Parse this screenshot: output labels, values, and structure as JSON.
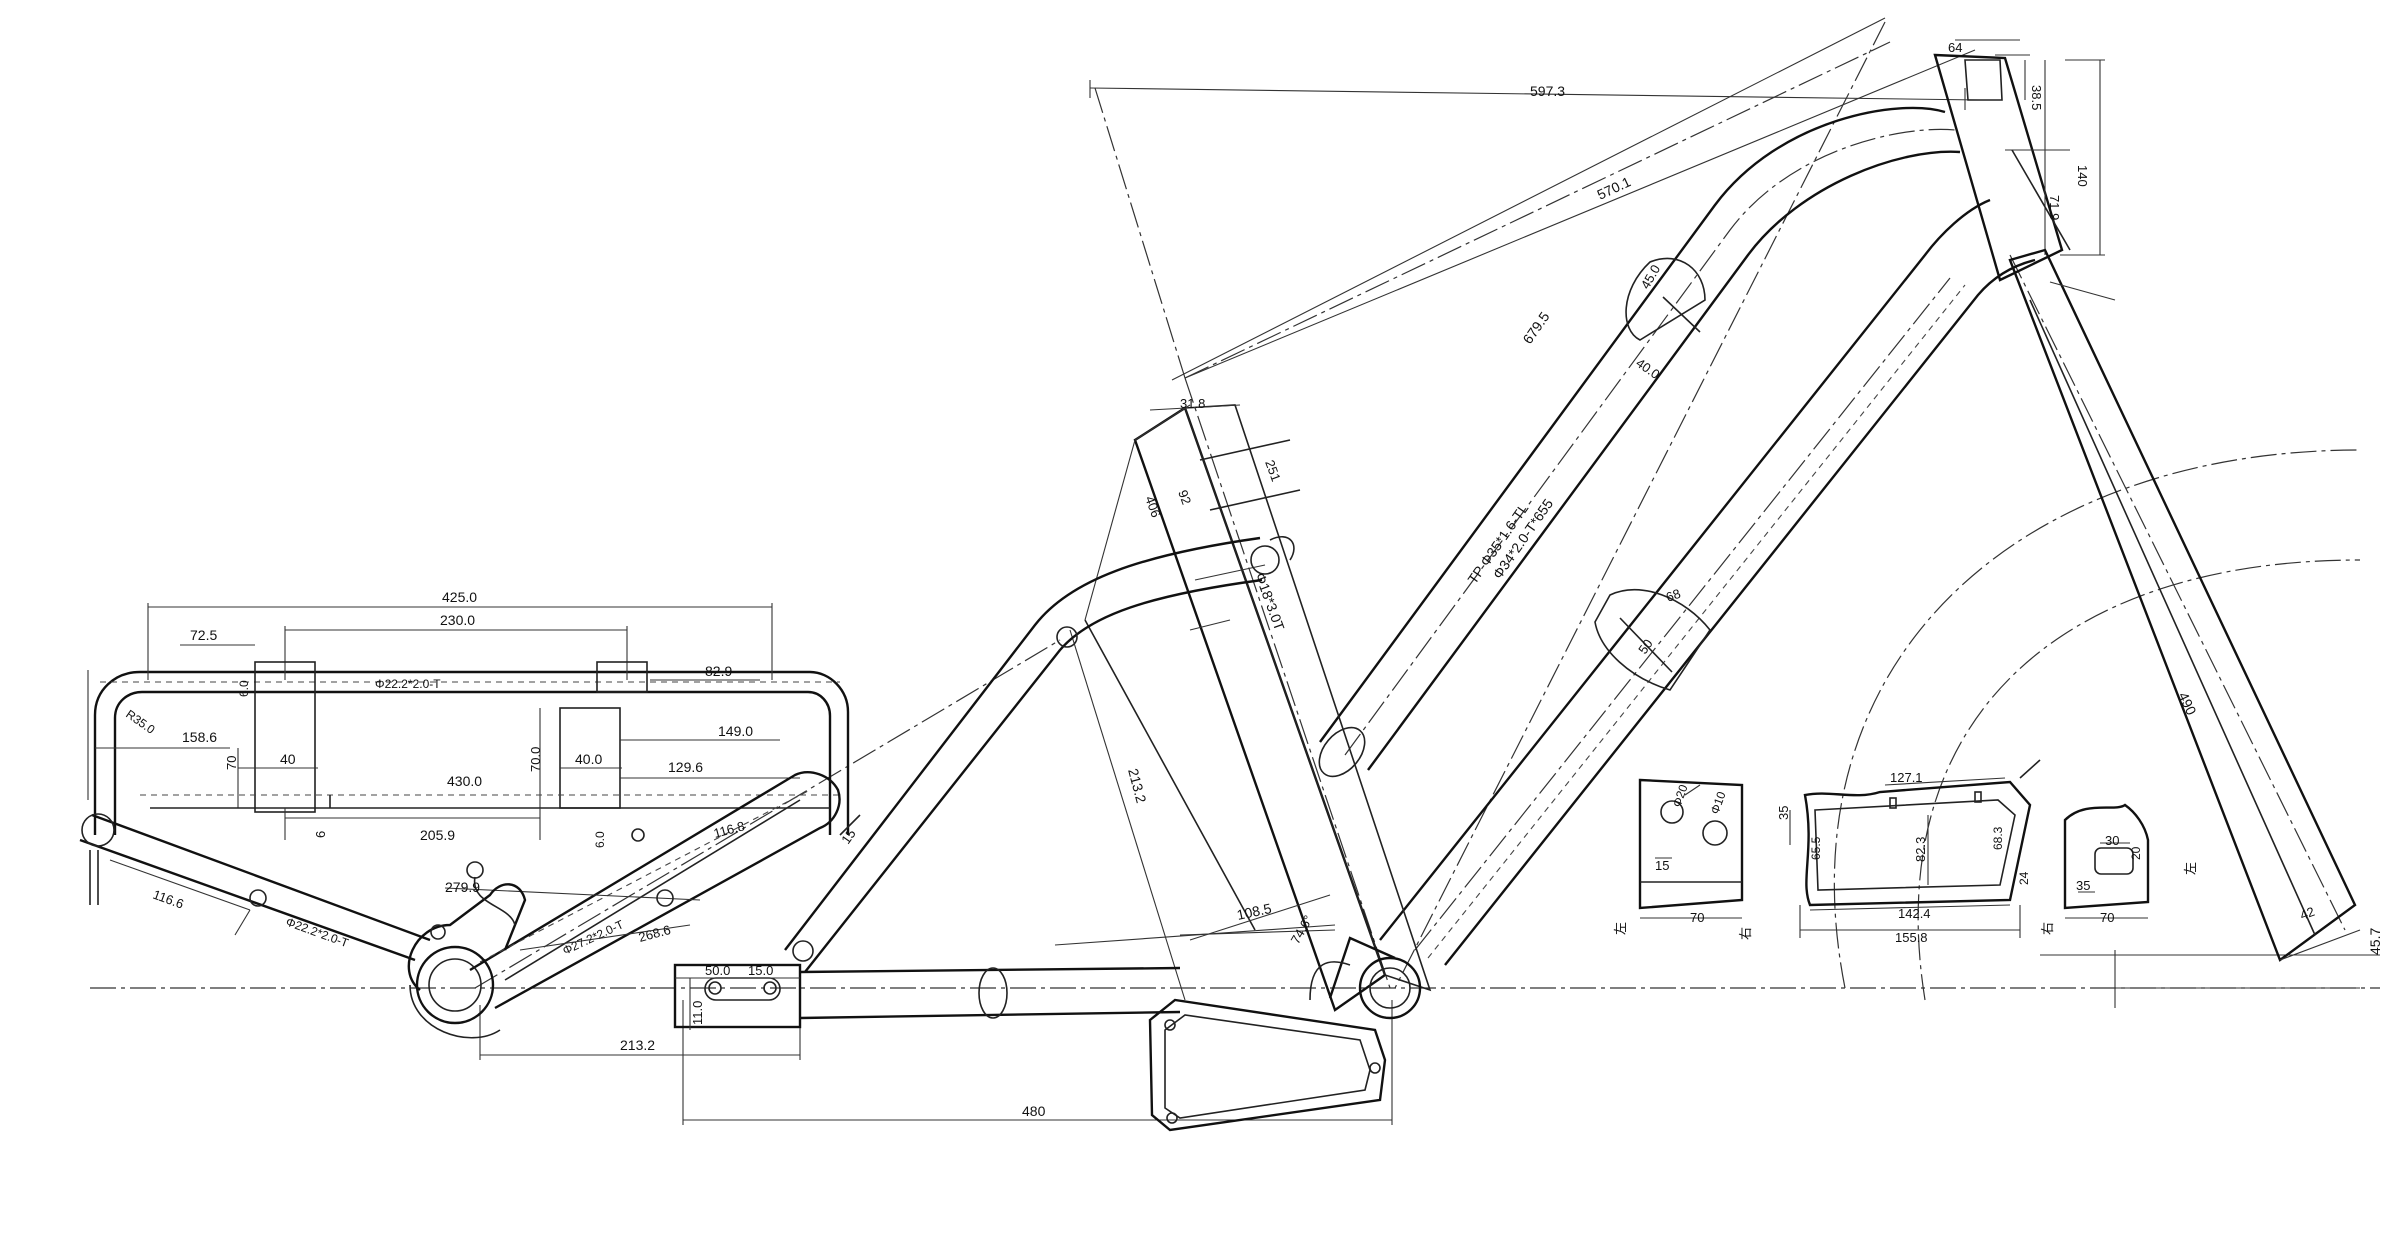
{
  "dimensions": {
    "main_597_3": "597.3",
    "diag_570_1": "570.1",
    "tube_679_5": "679.5",
    "top_45_0": "45.0",
    "top_40_0": "40.0",
    "spec_tt1": "TP Φ35*1.6-TL",
    "spec_tt2": "Φ34*2.0-T*655",
    "head_64": "64",
    "head_38_5": "38.5",
    "head_140": "140",
    "head_71_9": "71.9",
    "seat_31_8": "31.8",
    "seat_251": "251",
    "seat_92": "92",
    "seat_406": "406",
    "seat_spec": "Φ18*3.0T",
    "seat_213_2": "213.2",
    "seat_108_5": "108.5",
    "angle_74_6": "74.6°",
    "dt_68": "68",
    "dt_50": "50",
    "fork_490": "490",
    "fork_42": "42",
    "fork_45_7": "45.7",
    "wheelbase_480": "480",
    "chain_213_2": "213.2",
    "chain_50_0": "50.0",
    "chain_15_0": "15.0",
    "chain_11_0": "11.0",
    "rack_425_0": "425.0",
    "rack_230_0": "230.0",
    "rack_72_5": "72.5",
    "rack_82_9": "82.9",
    "rack_spec1": "Φ22.2*2.0-T",
    "rack_60": "6.0",
    "rack_r35": "R35.0",
    "rack_158_6": "158.6",
    "rack_70": "70",
    "rack_40": "40",
    "rack_430_0": "430.0",
    "rack_70_0": "70.0",
    "rack_40_0": "40.0",
    "rack_149_0": "149.0",
    "rack_129_6": "129.6",
    "rack_205_9": "205.9",
    "rack_6": "6",
    "rack_6_0": "6.0",
    "rack_116_8": "116.8",
    "rack_15": "15",
    "ss_279_9": "279.9",
    "ss_116_6": "116.6",
    "ss_spec": "Φ22.2*2.0-T",
    "ss_spec2": "Φ27.2*2.0-T",
    "ss_268_6": "268.6",
    "p1_20": "Φ20",
    "p1_10": "Φ10",
    "p1_15": "15",
    "p1_70": "70",
    "p1_left": "左",
    "p1_right": "右",
    "p2_127_1": "127.1",
    "p2_35": "35",
    "p2_65_5": "65.5",
    "p2_82_3": "82.3",
    "p2_68_3": "68.3",
    "p2_24": "24",
    "p2_142_4": "142.4",
    "p2_155_8": "155.8",
    "p2_right": "右",
    "p3_30": "30",
    "p3_20": "20",
    "p3_35": "35",
    "p3_70": "70",
    "p3_left": "左"
  }
}
